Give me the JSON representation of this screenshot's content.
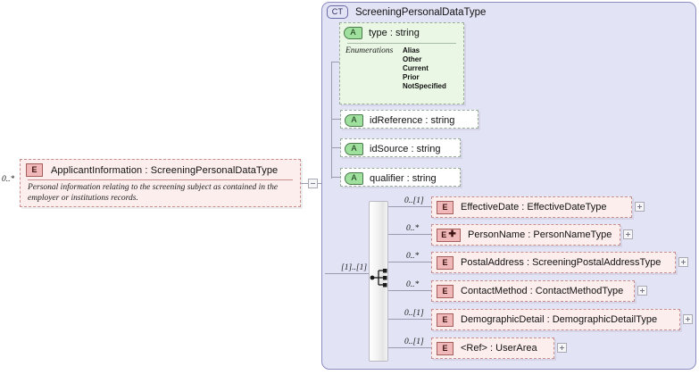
{
  "diagram": {
    "left_element": {
      "icon": "element-icon",
      "cardinality": "0..*",
      "name": "ApplicantInformation : ScreeningPersonalDataType",
      "documentation": "Personal information relating to the screening subject as contained in the employer or institutions records."
    },
    "complex_type": {
      "icon": "complextype-icon",
      "title": "ScreeningPersonalDataType",
      "attributes": [
        {
          "icon": "attribute-icon",
          "name": "type        : string",
          "enum_label": "Enumerations",
          "enumerations": [
            "Alias",
            "Other",
            "Current",
            "Prior",
            "NotSpecified"
          ]
        },
        {
          "icon": "attribute-icon",
          "name": "idReference : string",
          "enum_label": "",
          "enumerations": []
        },
        {
          "icon": "attribute-icon",
          "name": "idSource : string",
          "enum_label": "",
          "enumerations": []
        },
        {
          "icon": "attribute-icon",
          "name": "qualifier  : string",
          "enum_label": "",
          "enumerations": []
        }
      ],
      "sequence": {
        "icon": "sequence-icon",
        "cardinality": "[1]..[1]"
      },
      "elements": [
        {
          "icon": "element-icon",
          "cardinality": "0..[1]",
          "name": "EffectiveDate : EffectiveDateType",
          "expandable": true
        },
        {
          "icon": "element-plus-icon",
          "cardinality": "0..*",
          "name": "PersonName : PersonNameType",
          "expandable": true
        },
        {
          "icon": "element-icon",
          "cardinality": "0..*",
          "name": "PostalAddress : ScreeningPostalAddressType",
          "expandable": true
        },
        {
          "icon": "element-icon",
          "cardinality": "0..*",
          "name": "ContactMethod : ContactMethodType",
          "expandable": true
        },
        {
          "icon": "element-icon",
          "cardinality": "0..[1]",
          "name": "DemographicDetail : DemographicDetailType",
          "expandable": true
        },
        {
          "icon": "element-icon",
          "cardinality": "0..[1]",
          "name": "<Ref>     : UserArea",
          "expandable": true
        }
      ]
    },
    "colors": {
      "element_fill": "#fdeeee",
      "element_border": "#c98f8f",
      "element_icon": "#f0b8b8",
      "attribute_fill": "#e9f7e4",
      "attribute_icon": "#9fe09f",
      "container_fill": "#e3e3f6",
      "container_border": "#8c8cc0",
      "connector": "#9a9ab0"
    }
  }
}
